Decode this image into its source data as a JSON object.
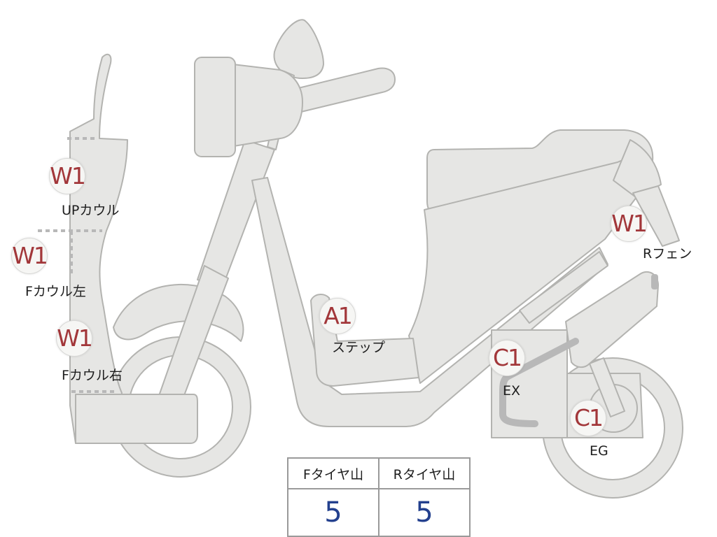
{
  "labels": {
    "up_cowl": {
      "code": "W1",
      "name": "UPカウル"
    },
    "f_cowl_left": {
      "code": "W1",
      "name": "Fカウル左"
    },
    "f_cowl_right": {
      "code": "W1",
      "name": "Fカウル右"
    },
    "step": {
      "code": "A1",
      "name": "ステップ"
    },
    "r_fender": {
      "code": "W1",
      "name": "Rフェン"
    },
    "exhaust": {
      "code": "C1",
      "name": "EX"
    },
    "engine": {
      "code": "C1",
      "name": "EG"
    }
  },
  "tire_table": {
    "headers": [
      "Fタイヤ山",
      "Rタイヤ山"
    ],
    "values": [
      "5",
      "5"
    ]
  },
  "colors": {
    "body_fill": "#e6e6e4",
    "body_outline": "#b3b3b0",
    "code_text": "#a2373a",
    "tire_value_text": "#23408e"
  }
}
